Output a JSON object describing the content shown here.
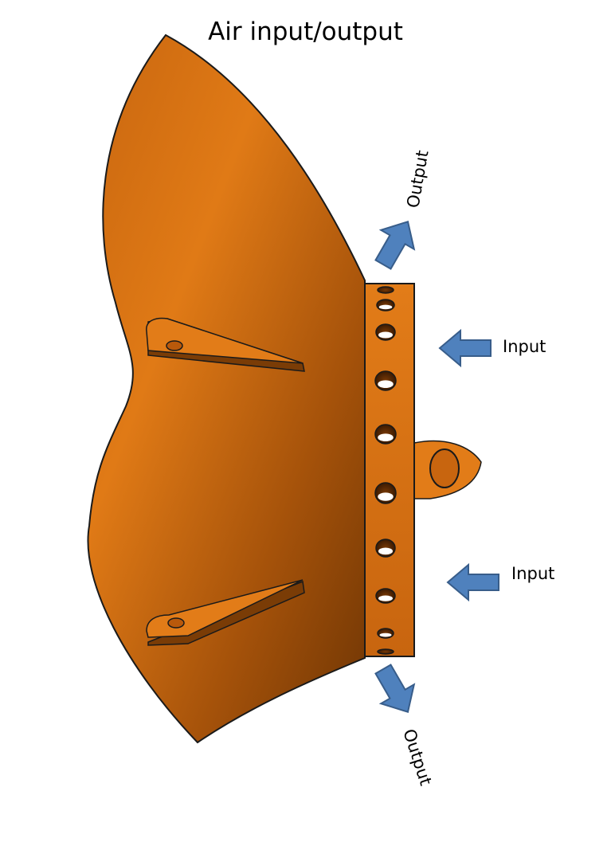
{
  "title": "Air input/output",
  "labels": {
    "output_top": "Output",
    "output_bottom": "Output",
    "input_upper": "Input",
    "input_lower": "Input"
  },
  "colors": {
    "body_light": "#e07a16",
    "body_dark": "#7a3c06",
    "outline": "#1a1a1a",
    "arrow_fill": "#4f81bd",
    "arrow_stroke": "#385d8a"
  }
}
